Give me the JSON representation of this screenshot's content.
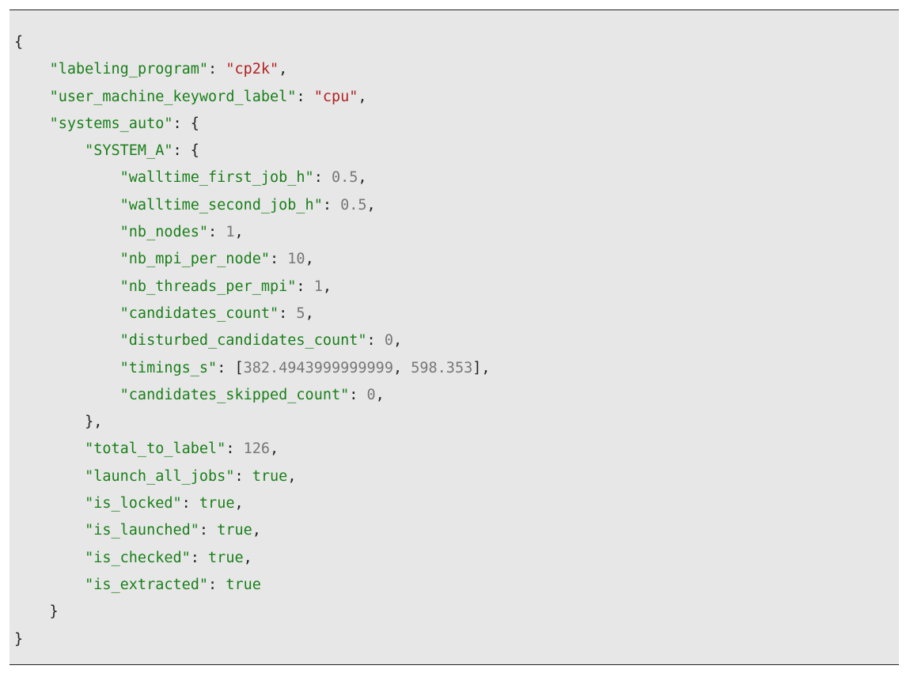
{
  "code_lines": [
    [
      {
        "t": "{",
        "c": "punc"
      }
    ],
    [
      {
        "t": "    ",
        "c": "punc"
      },
      {
        "t": "\"labeling_program\"",
        "c": "key"
      },
      {
        "t": ": ",
        "c": "punc"
      },
      {
        "t": "\"cp2k\"",
        "c": "str"
      },
      {
        "t": ",",
        "c": "punc"
      }
    ],
    [
      {
        "t": "    ",
        "c": "punc"
      },
      {
        "t": "\"user_machine_keyword_label\"",
        "c": "key"
      },
      {
        "t": ": ",
        "c": "punc"
      },
      {
        "t": "\"cpu\"",
        "c": "str"
      },
      {
        "t": ",",
        "c": "punc"
      }
    ],
    [
      {
        "t": "    ",
        "c": "punc"
      },
      {
        "t": "\"systems_auto\"",
        "c": "key"
      },
      {
        "t": ": {",
        "c": "punc"
      }
    ],
    [
      {
        "t": "        ",
        "c": "punc"
      },
      {
        "t": "\"SYSTEM_A\"",
        "c": "key"
      },
      {
        "t": ": {",
        "c": "punc"
      }
    ],
    [
      {
        "t": "            ",
        "c": "punc"
      },
      {
        "t": "\"walltime_first_job_h\"",
        "c": "key"
      },
      {
        "t": ": ",
        "c": "punc"
      },
      {
        "t": "0.5",
        "c": "num"
      },
      {
        "t": ",",
        "c": "punc"
      }
    ],
    [
      {
        "t": "            ",
        "c": "punc"
      },
      {
        "t": "\"walltime_second_job_h\"",
        "c": "key"
      },
      {
        "t": ": ",
        "c": "punc"
      },
      {
        "t": "0.5",
        "c": "num"
      },
      {
        "t": ",",
        "c": "punc"
      }
    ],
    [
      {
        "t": "            ",
        "c": "punc"
      },
      {
        "t": "\"nb_nodes\"",
        "c": "key"
      },
      {
        "t": ": ",
        "c": "punc"
      },
      {
        "t": "1",
        "c": "num"
      },
      {
        "t": ",",
        "c": "punc"
      }
    ],
    [
      {
        "t": "            ",
        "c": "punc"
      },
      {
        "t": "\"nb_mpi_per_node\"",
        "c": "key"
      },
      {
        "t": ": ",
        "c": "punc"
      },
      {
        "t": "10",
        "c": "num"
      },
      {
        "t": ",",
        "c": "punc"
      }
    ],
    [
      {
        "t": "            ",
        "c": "punc"
      },
      {
        "t": "\"nb_threads_per_mpi\"",
        "c": "key"
      },
      {
        "t": ": ",
        "c": "punc"
      },
      {
        "t": "1",
        "c": "num"
      },
      {
        "t": ",",
        "c": "punc"
      }
    ],
    [
      {
        "t": "            ",
        "c": "punc"
      },
      {
        "t": "\"candidates_count\"",
        "c": "key"
      },
      {
        "t": ": ",
        "c": "punc"
      },
      {
        "t": "5",
        "c": "num"
      },
      {
        "t": ",",
        "c": "punc"
      }
    ],
    [
      {
        "t": "            ",
        "c": "punc"
      },
      {
        "t": "\"disturbed_candidates_count\"",
        "c": "key"
      },
      {
        "t": ": ",
        "c": "punc"
      },
      {
        "t": "0",
        "c": "num"
      },
      {
        "t": ",",
        "c": "punc"
      }
    ],
    [
      {
        "t": "            ",
        "c": "punc"
      },
      {
        "t": "\"timings_s\"",
        "c": "key"
      },
      {
        "t": ": [",
        "c": "punc"
      },
      {
        "t": "382.4943999999999",
        "c": "num"
      },
      {
        "t": ", ",
        "c": "punc"
      },
      {
        "t": "598.353",
        "c": "num"
      },
      {
        "t": "],",
        "c": "punc"
      }
    ],
    [
      {
        "t": "            ",
        "c": "punc"
      },
      {
        "t": "\"candidates_skipped_count\"",
        "c": "key"
      },
      {
        "t": ": ",
        "c": "punc"
      },
      {
        "t": "0",
        "c": "num"
      },
      {
        "t": ",",
        "c": "punc"
      }
    ],
    [
      {
        "t": "        },",
        "c": "punc"
      }
    ],
    [
      {
        "t": "        ",
        "c": "punc"
      },
      {
        "t": "\"total_to_label\"",
        "c": "key"
      },
      {
        "t": ": ",
        "c": "punc"
      },
      {
        "t": "126",
        "c": "num"
      },
      {
        "t": ",",
        "c": "punc"
      }
    ],
    [
      {
        "t": "        ",
        "c": "punc"
      },
      {
        "t": "\"launch_all_jobs\"",
        "c": "key"
      },
      {
        "t": ": ",
        "c": "punc"
      },
      {
        "t": "true",
        "c": "bool"
      },
      {
        "t": ",",
        "c": "punc"
      }
    ],
    [
      {
        "t": "        ",
        "c": "punc"
      },
      {
        "t": "\"is_locked\"",
        "c": "key"
      },
      {
        "t": ": ",
        "c": "punc"
      },
      {
        "t": "true",
        "c": "bool"
      },
      {
        "t": ",",
        "c": "punc"
      }
    ],
    [
      {
        "t": "        ",
        "c": "punc"
      },
      {
        "t": "\"is_launched\"",
        "c": "key"
      },
      {
        "t": ": ",
        "c": "punc"
      },
      {
        "t": "true",
        "c": "bool"
      },
      {
        "t": ",",
        "c": "punc"
      }
    ],
    [
      {
        "t": "        ",
        "c": "punc"
      },
      {
        "t": "\"is_checked\"",
        "c": "key"
      },
      {
        "t": ": ",
        "c": "punc"
      },
      {
        "t": "true",
        "c": "bool"
      },
      {
        "t": ",",
        "c": "punc"
      }
    ],
    [
      {
        "t": "        ",
        "c": "punc"
      },
      {
        "t": "\"is_extracted\"",
        "c": "key"
      },
      {
        "t": ": ",
        "c": "punc"
      },
      {
        "t": "true",
        "c": "bool"
      }
    ],
    [
      {
        "t": "    }",
        "c": "punc"
      }
    ],
    [
      {
        "t": "}",
        "c": "punc"
      }
    ]
  ],
  "colors": {
    "key": "#1a7f1a",
    "string": "#b22222",
    "number": "#777777",
    "background": "#e7e7e7"
  }
}
